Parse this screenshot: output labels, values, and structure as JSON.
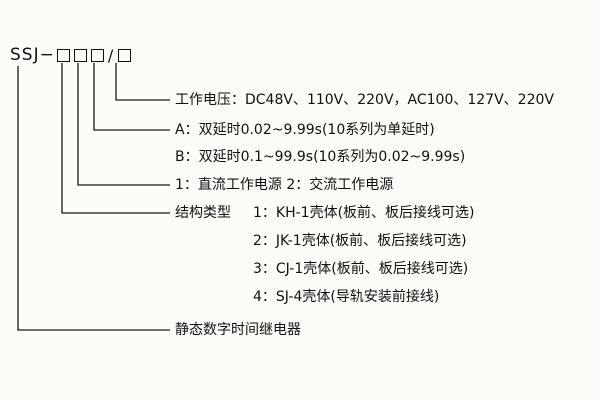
{
  "model": {
    "prefix": "SSJ−",
    "slash": "/"
  },
  "labels": {
    "voltage": "工作电压：DC48V、110V、220V，AC100、127V、220V",
    "delay_a": "A：双延时0.02~9.99s(10系列为单延时)",
    "delay_b": "B：双延时0.1~99.9s(10系列为0.02~9.99s)",
    "power": "1：直流工作电源 2：交流工作电源",
    "structure_title": "结构类型",
    "structure_1": "1：KH-1壳体(板前、板后接线可选)",
    "structure_2": "2：JK-1壳体(板前、板后接线可选)",
    "structure_3": "3：CJ-1壳体(板前、板后接线可选)",
    "structure_4": "4：SJ-4壳体(导轨安装前接线)",
    "product": "静态数字时间继电器"
  },
  "colors": {
    "background": "#fcfcf8",
    "line": "#1a1a1a",
    "text": "#111111"
  }
}
